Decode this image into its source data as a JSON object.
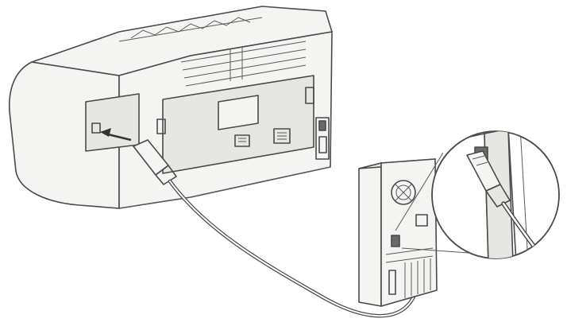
{
  "diagram": {
    "kind": "illustration",
    "depicts": [
      "printer",
      "usb-cable",
      "computer-tower",
      "usb-port-zoom-inset"
    ],
    "colors": {
      "line": "#4a4a4a",
      "fill": "#f4f4f2",
      "shade": "#e6e6e3",
      "background": "#ffffff"
    }
  }
}
